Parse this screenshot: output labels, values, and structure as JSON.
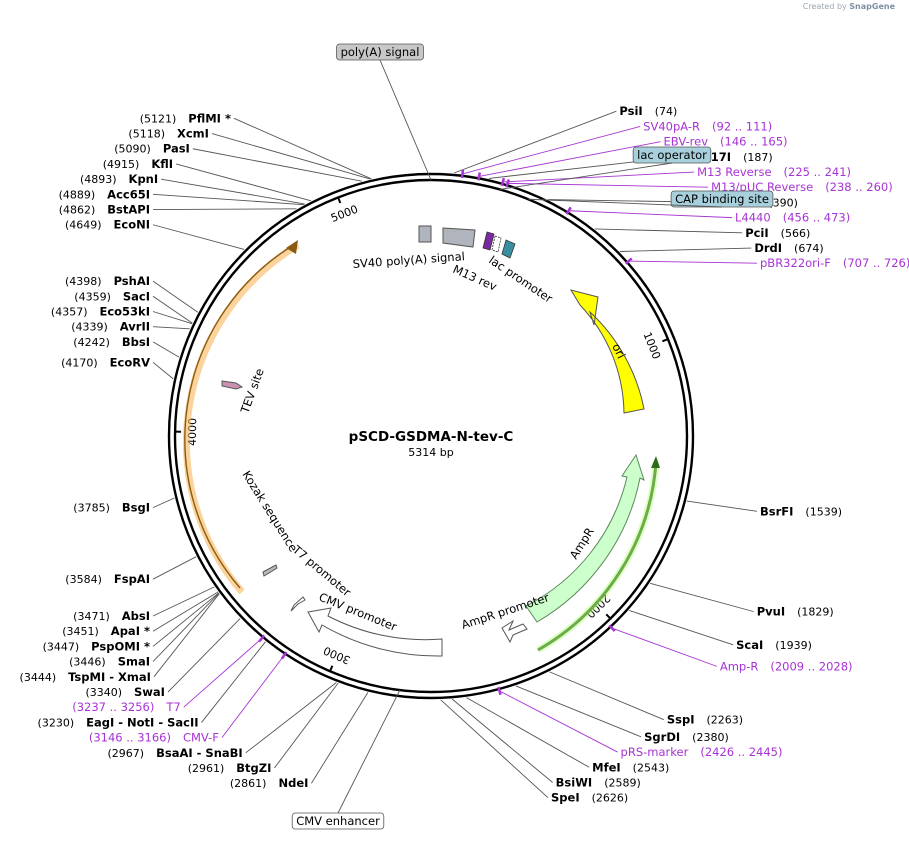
{
  "credit": {
    "prefix": "Created by",
    "brand": "SnapGene"
  },
  "plasmid": {
    "name": "pSCD-GSDMA-N-tev-C",
    "length_label": "5314 bp",
    "length": 5314
  },
  "ticks": [
    {
      "bp": 1000,
      "label": "1000"
    },
    {
      "bp": 2000,
      "label": "2000"
    },
    {
      "bp": 3000,
      "label": "3000"
    },
    {
      "bp": 4000,
      "label": "4000"
    },
    {
      "bp": 5000,
      "label": "5000"
    }
  ],
  "sites": [
    {
      "name": "PsiI",
      "pos": "(74)",
      "bp": 74
    },
    {
      "name": "BstZ17I",
      "pos": "(187)",
      "bp": 187
    },
    {
      "name": "PvuII",
      "pos": "(390)",
      "bp": 390
    },
    {
      "name": "PciI",
      "pos": "(566)",
      "bp": 566
    },
    {
      "name": "DrdI",
      "pos": "(674)",
      "bp": 674
    },
    {
      "name": "BsrFI",
      "pos": "(1539)",
      "bp": 1539
    },
    {
      "name": "PvuI",
      "pos": "(1829)",
      "bp": 1829
    },
    {
      "name": "ScaI",
      "pos": "(1939)",
      "bp": 1939
    },
    {
      "name": "SspI",
      "pos": "(2263)",
      "bp": 2263
    },
    {
      "name": "SgrDI",
      "pos": "(2380)",
      "bp": 2380
    },
    {
      "name": "MfeI",
      "pos": "(2543)",
      "bp": 2543
    },
    {
      "name": "BsiWI",
      "pos": "(2589)",
      "bp": 2589
    },
    {
      "name": "SpeI",
      "pos": "(2626)",
      "bp": 2626
    },
    {
      "name": "NdeI",
      "pos": "(2861)",
      "bp": 2861
    },
    {
      "name": "BtgZI",
      "pos": "(2961)",
      "bp": 2961
    },
    {
      "name": "BsaAI  -  SnaBI",
      "pos": "(2967)",
      "bp": 2967
    },
    {
      "name": "EagI  -  NotI  -  SacII",
      "pos": "(3230)",
      "bp": 3230
    },
    {
      "name": "SwaI",
      "pos": "(3340)",
      "bp": 3340
    },
    {
      "name": "TspMI  -  XmaI",
      "pos": "(3444)",
      "bp": 3444
    },
    {
      "name": "SmaI",
      "pos": "(3446)",
      "bp": 3446
    },
    {
      "name": "PspOMI *",
      "pos": "(3447)",
      "bp": 3447
    },
    {
      "name": "ApaI *",
      "pos": "(3451)",
      "bp": 3451
    },
    {
      "name": "AbsI",
      "pos": "(3471)",
      "bp": 3471
    },
    {
      "name": "FspAI",
      "pos": "(3584)",
      "bp": 3584
    },
    {
      "name": "BsgI",
      "pos": "(3785)",
      "bp": 3785
    },
    {
      "name": "EcoRV",
      "pos": "(4170)",
      "bp": 4170
    },
    {
      "name": "BbsI",
      "pos": "(4242)",
      "bp": 4242
    },
    {
      "name": "AvrII",
      "pos": "(4339)",
      "bp": 4339
    },
    {
      "name": "Eco53kI",
      "pos": "(4357)",
      "bp": 4357
    },
    {
      "name": "SacI",
      "pos": "(4359)",
      "bp": 4359
    },
    {
      "name": "PshAI",
      "pos": "(4398)",
      "bp": 4398
    },
    {
      "name": "EcoNI",
      "pos": "(4649)",
      "bp": 4649
    },
    {
      "name": "BstAPI",
      "pos": "(4862)",
      "bp": 4862
    },
    {
      "name": "Acc65I",
      "pos": "(4889)",
      "bp": 4889
    },
    {
      "name": "KpnI",
      "pos": "(4893)",
      "bp": 4893
    },
    {
      "name": "KflI",
      "pos": "(4915)",
      "bp": 4915
    },
    {
      "name": "PasI",
      "pos": "(5090)",
      "bp": 5090
    },
    {
      "name": "XcmI",
      "pos": "(5118)",
      "bp": 5118
    },
    {
      "name": "PflMI *",
      "pos": "(5121)",
      "bp": 5121
    }
  ],
  "primers": [
    {
      "name": "SV40pA-R",
      "range": "(92 .. 111)",
      "bp": 101
    },
    {
      "name": "EBV-rev",
      "range": "(146 .. 165)",
      "bp": 155
    },
    {
      "name": "M13 Reverse",
      "range": "(225 .. 241)",
      "bp": 233
    },
    {
      "name": "M13/pUC Reverse",
      "range": "(238 .. 260)",
      "bp": 249
    },
    {
      "name": "L4440",
      "range": "(456 .. 473)",
      "bp": 464
    },
    {
      "name": "pBR322ori-F",
      "range": "(707 .. 726)",
      "bp": 716
    },
    {
      "name": "Amp-R",
      "range": "(2009 .. 2028)",
      "bp": 2018
    },
    {
      "name": "pRS-marker",
      "range": "(2426 .. 2445)",
      "bp": 2435
    },
    {
      "name": "CMV-F",
      "range": "(3146 .. 3166)",
      "bp": 3156
    },
    {
      "name": "T7",
      "range": "(3237 .. 3256)",
      "bp": 3246
    }
  ],
  "boxed_features": [
    {
      "name": "poly(A) signal",
      "bp": 5314,
      "color": "#c8c8c8"
    },
    {
      "name": "lac operator",
      "bp": 230,
      "color": "#a8d0dc"
    },
    {
      "name": "CAP binding site",
      "bp": 330,
      "color": "#a8d0dc"
    },
    {
      "name": "CMV enhancer",
      "bp": 2760,
      "color": "#ffffff"
    }
  ],
  "features": [
    {
      "name": "ori",
      "color": "#ffff00"
    },
    {
      "name": "AmpR",
      "color": "#ccffcc"
    },
    {
      "name": "AmpR promoter",
      "color": "#ccffcc"
    },
    {
      "name": "CMV promoter",
      "color": "#ffffff"
    },
    {
      "name": "T7 promoter",
      "color": "#ffffff"
    },
    {
      "name": "Kozak sequence",
      "color": "#bbbbbb"
    },
    {
      "name": "TEV site",
      "color": "#c990b0"
    },
    {
      "name": "SV40 poly(A) signal",
      "color": "#b0b4bc"
    },
    {
      "name": "M13 rev",
      "color": "#7a2a9e"
    },
    {
      "name": "lac promoter",
      "color": "#3a8fa0"
    }
  ],
  "orf": {
    "color": "#f6b04a"
  }
}
